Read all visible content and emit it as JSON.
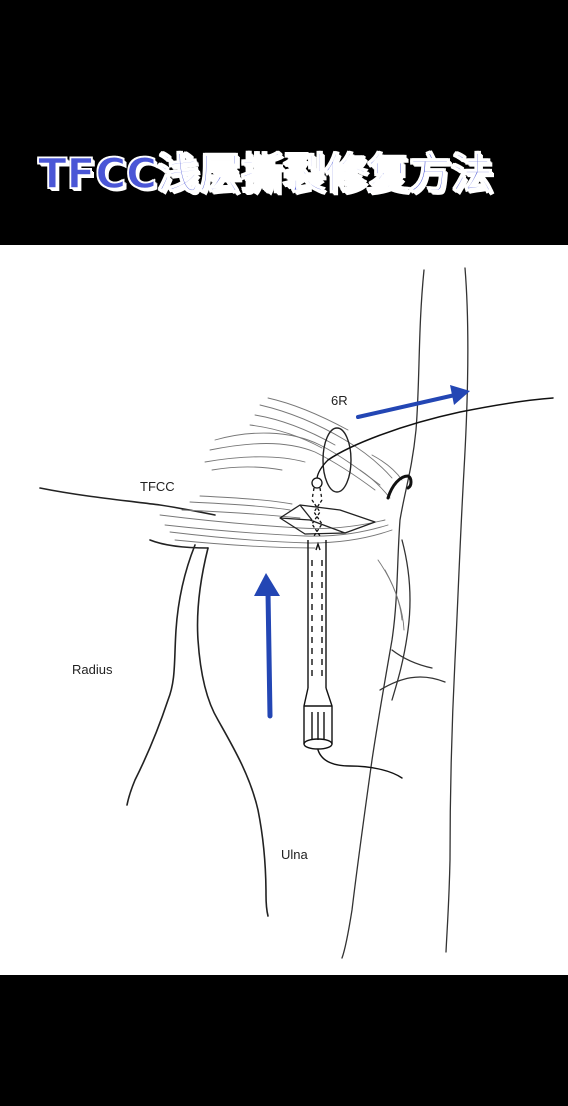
{
  "title": "TFCC浅层撕裂修复方法",
  "labels": {
    "portal": "6R",
    "tfcc": "TFCC",
    "radius": "Radius",
    "ulna": "Ulna"
  },
  "colors": {
    "title_fill": "#4a56d6",
    "title_outline": "#ffffff",
    "arrow": "#2346b4",
    "line": "#111111",
    "background_bands": "#000000",
    "panel": "#ffffff"
  }
}
